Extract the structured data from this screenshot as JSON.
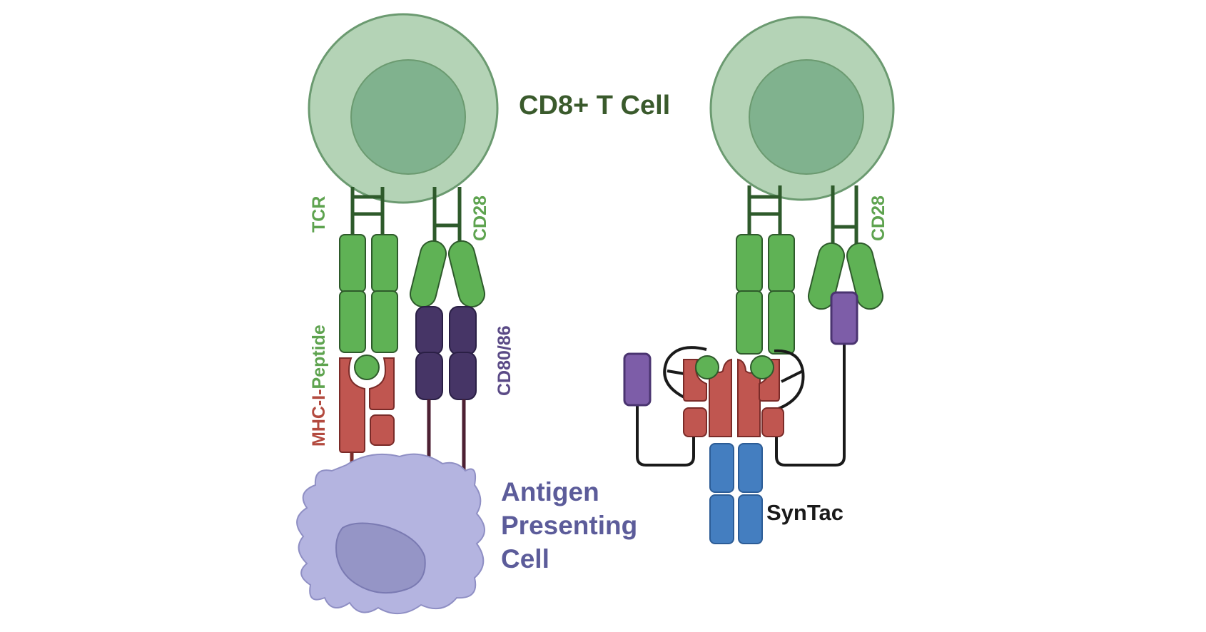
{
  "labels": {
    "t_cell": "CD8+ T Cell",
    "tcr": "TCR",
    "cd28_left": "CD28",
    "cd28_right": "CD28",
    "mhc_prefix": "MHC-I-",
    "mhc_suffix": "Peptide",
    "cd80": "CD80/86",
    "apc_line1": "Antigen",
    "apc_line2": "Presenting",
    "apc_line3": "Cell",
    "syntac": "SynTac"
  },
  "colors": {
    "tcell_outer": "#b4d3b6",
    "tcell_inner": "#80b28e",
    "tcell_stroke": "#6b9a70",
    "tcr_green": "#5fb255",
    "dark_green": "#2e5a2b",
    "mhc_red": "#c05650",
    "mhc_dark": "#7a2b28",
    "cd80_purple": "#463566",
    "purple_light": "#7d5da8",
    "apc_fill": "#b4b4e0",
    "apc_nucleus": "#9595c6",
    "blue": "#447ec0",
    "title_green": "#3a5a2c",
    "label_green": "#5ea34f",
    "label_purple": "#5a4a86",
    "label_red": "#b34a3f",
    "apc_text": "#5c5c9a"
  }
}
